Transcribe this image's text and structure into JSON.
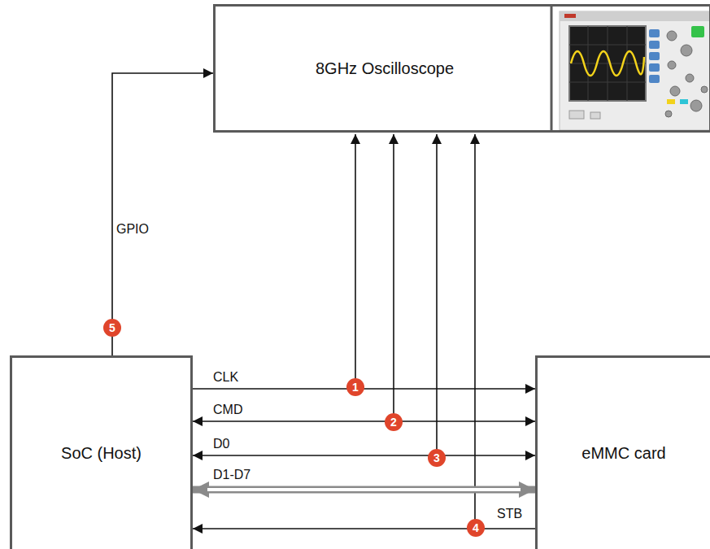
{
  "diagram": {
    "nodes": [
      {
        "text": [
          "8GHz Oscilloscope"
        ]
      },
      {
        "text": [
          "SoC (Host)"
        ]
      },
      {
        "text": [
          "eMMC card"
        ]
      }
    ],
    "edges": [
      {
        "from": 1,
        "to": 2,
        "arrow": "to",
        "label": "CLK"
      },
      {
        "from": 1,
        "to": 2,
        "arrow": "both",
        "label": "CMD"
      },
      {
        "from": 1,
        "to": 2,
        "arrow": "both",
        "label": "D0"
      },
      {
        "from": 1,
        "to": 2,
        "arrow": "both",
        "label": "D1-D7"
      },
      {
        "from": 2,
        "to": 1,
        "arrow": "to",
        "label": "STB"
      },
      {
        "from": 1,
        "to": 0,
        "arrow": "to",
        "label": "GPIO"
      }
    ],
    "labels": [
      "1",
      "2",
      "3",
      "4",
      "5"
    ]
  }
}
